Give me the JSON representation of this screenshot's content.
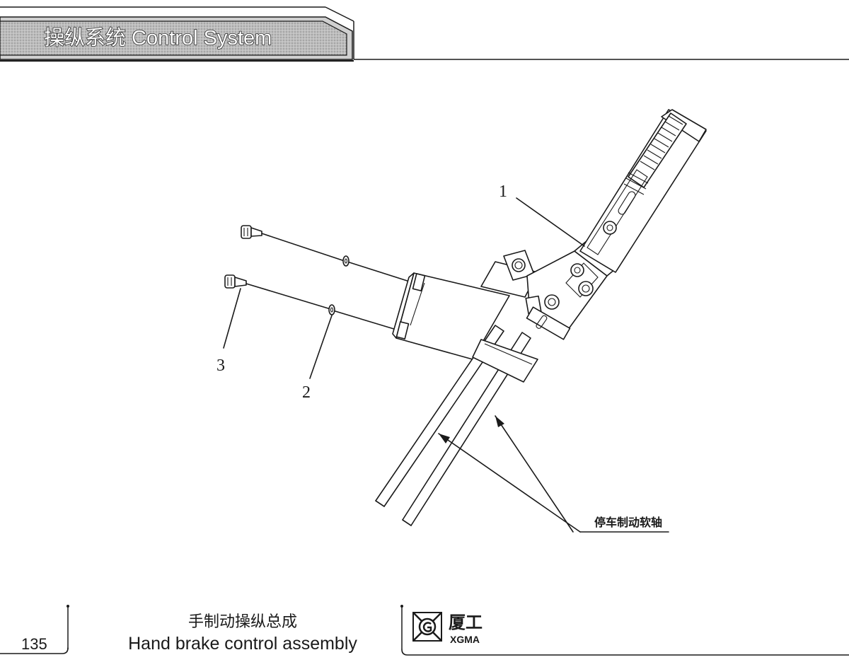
{
  "header": {
    "title": "操纵系统   Control System"
  },
  "drawing": {
    "callouts": {
      "item1": "1",
      "item2": "2",
      "item3": "3"
    },
    "cable_label": "停车制动软轴"
  },
  "footer": {
    "page_number": "135",
    "title_cn": "手制动操纵总成",
    "title_en": "Hand brake control assembly",
    "brand_cn": "厦工",
    "brand_en": "XGMA"
  }
}
